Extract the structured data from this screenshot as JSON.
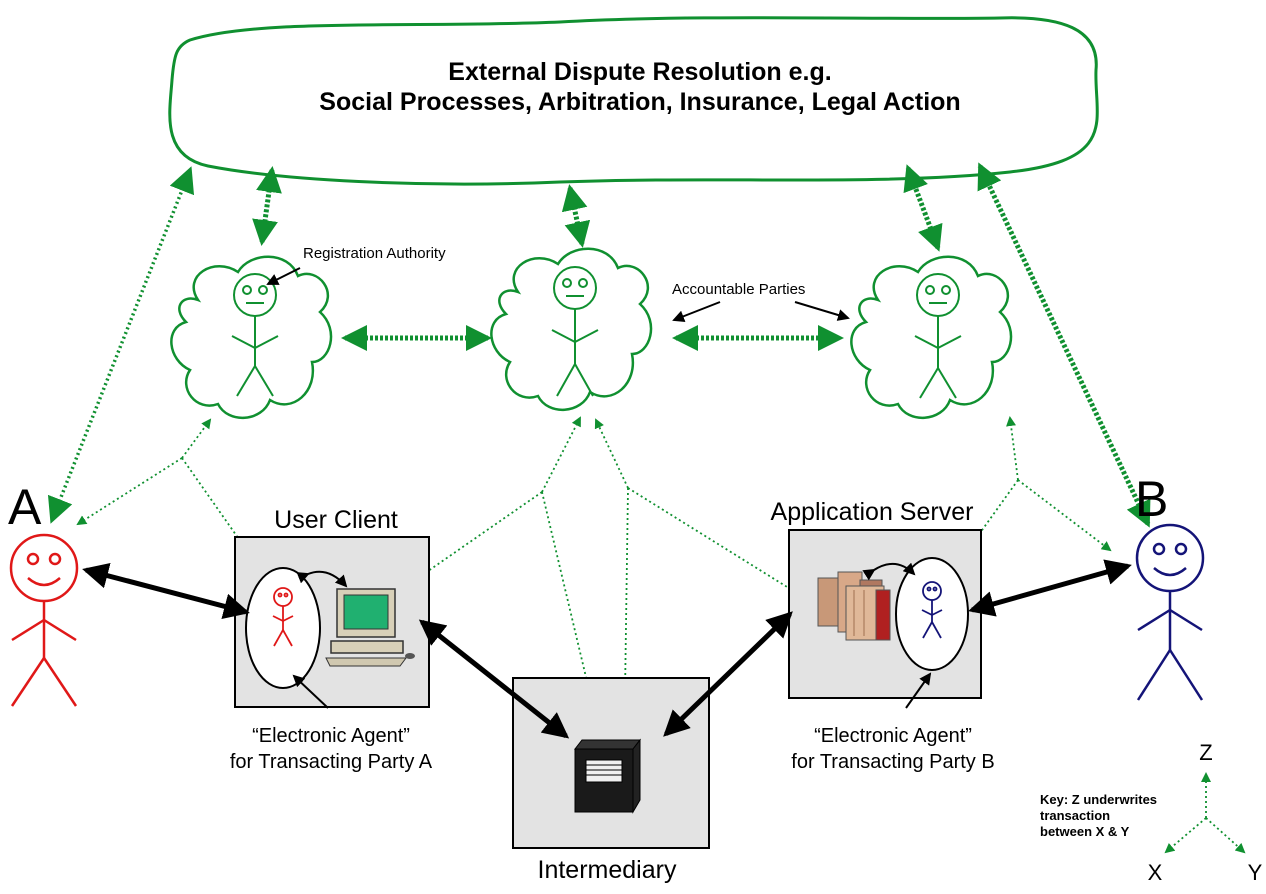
{
  "banner": {
    "line1": "External Dispute Resolution e.g.",
    "line2": "Social Processes, Arbitration, Insurance, Legal Action"
  },
  "annotations": {
    "registration_authority": "Registration Authority",
    "accountable_parties": "Accountable Parties"
  },
  "parties": {
    "a_label": "A",
    "b_label": "B"
  },
  "boxes": {
    "user_client": "User Client",
    "application_server": "Application Server",
    "intermediary": "Intermediary"
  },
  "agents": {
    "a_line1": "“Electronic Agent”",
    "a_line2": "for Transacting Party A",
    "b_line1": "“Electronic Agent”",
    "b_line2": "for Transacting Party B"
  },
  "key": {
    "z": "Z",
    "x": "X",
    "y": "Y",
    "line1": "Key: Z underwrites",
    "line2": "transaction",
    "line3": "between X & Y"
  },
  "colors": {
    "green": "#109030",
    "party_a": "#e01818",
    "party_b": "#141478",
    "box_fill": "#e3e3e3",
    "black": "#000000"
  }
}
